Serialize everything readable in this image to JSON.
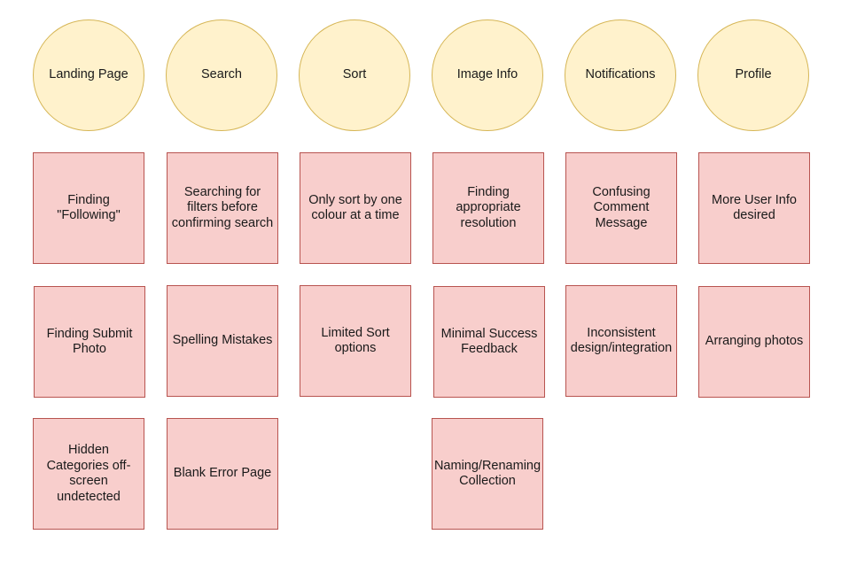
{
  "categories": [
    {
      "label": "Landing Page"
    },
    {
      "label": "Search"
    },
    {
      "label": "Sort"
    },
    {
      "label": "Image Info"
    },
    {
      "label": "Notifications"
    },
    {
      "label": "Profile"
    }
  ],
  "issues": {
    "landing_page": [
      "Finding\n\"Following\"",
      "Finding Submit\nPhoto",
      "Hidden\nCategories off-\nscreen\nundetected"
    ],
    "search": [
      "Searching for\nfilters before\nconfirming search",
      "Spelling Mistakes",
      "Blank Error Page"
    ],
    "sort": [
      "Only sort by one\ncolour at a time",
      "Limited Sort\noptions"
    ],
    "image_info": [
      "Finding\nappropriate\nresolution",
      "Minimal Success\nFeedback",
      "Naming/Renaming\nCollection"
    ],
    "notifications": [
      "Confusing\nComment\nMessage",
      "Inconsistent\ndesign/integration"
    ],
    "profile": [
      "More User Info\ndesired",
      "Arranging photos"
    ]
  },
  "colors": {
    "category_fill": "#fff2cc",
    "category_stroke": "#d6b656",
    "issue_fill": "#f8cecc",
    "issue_stroke": "#b85450"
  }
}
